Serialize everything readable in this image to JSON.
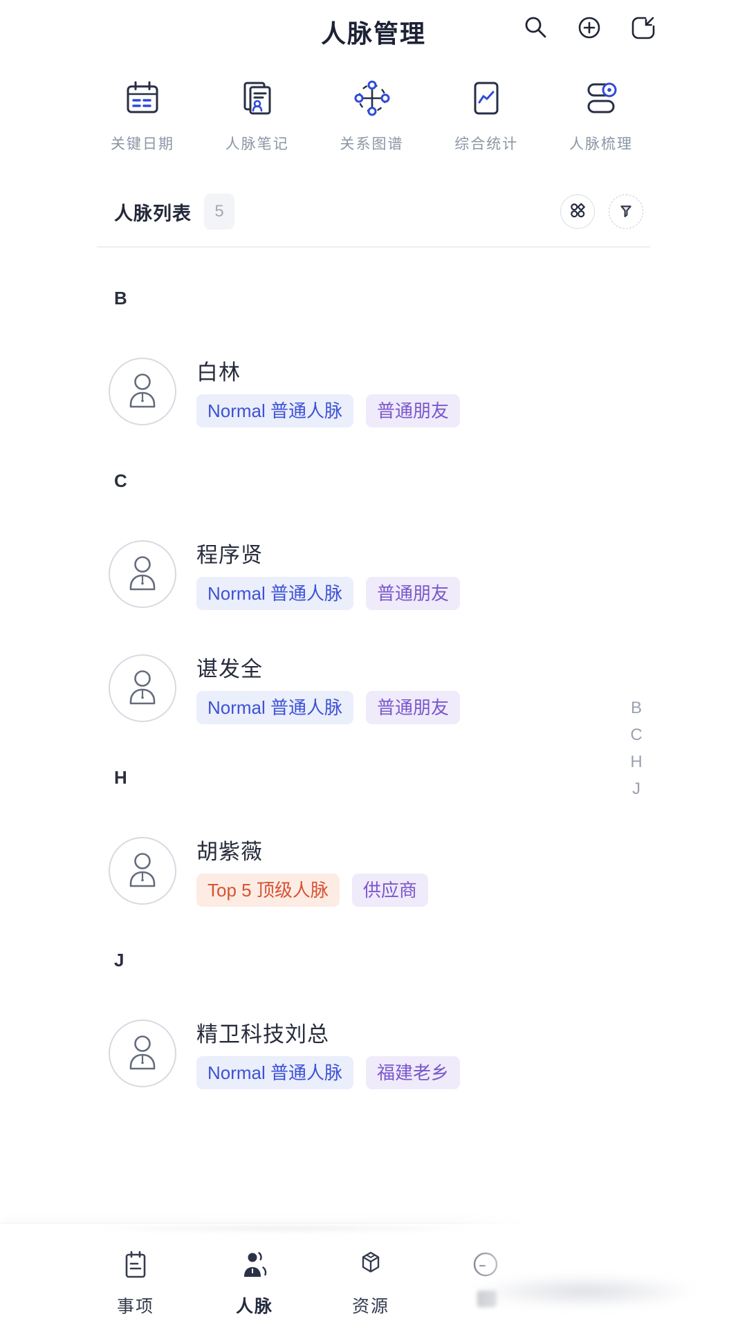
{
  "header": {
    "title": "人脉管理",
    "actions": [
      {
        "icon": "search-icon"
      },
      {
        "icon": "add-icon"
      },
      {
        "icon": "import-icon"
      }
    ]
  },
  "features": [
    {
      "label": "关键日期",
      "icon": "calendar-icon"
    },
    {
      "label": "人脉笔记",
      "icon": "notes-icon"
    },
    {
      "label": "关系图谱",
      "icon": "graph-icon"
    },
    {
      "label": "综合统计",
      "icon": "stats-icon"
    },
    {
      "label": "人脉梳理",
      "icon": "organize-icon"
    }
  ],
  "list_header": {
    "title": "人脉列表",
    "count": "5",
    "buttons": [
      {
        "icon": "grid-icon"
      },
      {
        "icon": "filter-icon"
      }
    ]
  },
  "sections": [
    {
      "letter": "B",
      "contacts": [
        {
          "name": "白林",
          "tags": [
            {
              "text": "Normal 普通人脉",
              "type": "blue"
            },
            {
              "text": "普通朋友",
              "type": "purple"
            }
          ]
        }
      ]
    },
    {
      "letter": "C",
      "contacts": [
        {
          "name": "程序贤",
          "tags": [
            {
              "text": "Normal 普通人脉",
              "type": "blue"
            },
            {
              "text": "普通朋友",
              "type": "purple"
            }
          ]
        },
        {
          "name": "谌发全",
          "tags": [
            {
              "text": "Normal 普通人脉",
              "type": "blue"
            },
            {
              "text": "普通朋友",
              "type": "purple"
            }
          ]
        }
      ]
    },
    {
      "letter": "H",
      "contacts": [
        {
          "name": "胡紫薇",
          "tags": [
            {
              "text": "Top 5 顶级人脉",
              "type": "orange"
            },
            {
              "text": "供应商",
              "type": "purple"
            }
          ]
        }
      ]
    },
    {
      "letter": "J",
      "contacts": [
        {
          "name": "精卫科技刘总",
          "tags": [
            {
              "text": "Normal 普通人脉",
              "type": "blue"
            },
            {
              "text": "福建老乡",
              "type": "purple"
            }
          ]
        }
      ]
    }
  ],
  "index_rail": [
    "B",
    "C",
    "H",
    "J"
  ],
  "tabbar": {
    "items": [
      {
        "label": "事项",
        "icon": "tasks-icon",
        "active": false,
        "obscured": false
      },
      {
        "label": "人脉",
        "icon": "contacts-icon",
        "active": true,
        "obscured": false
      },
      {
        "label": "资源",
        "icon": "resources-icon",
        "active": false,
        "obscured": false
      },
      {
        "label": "",
        "icon": "obscured-icon",
        "active": false,
        "obscured": true
      }
    ]
  },
  "colors": {
    "accent_blue": "#2f4bd8",
    "ink_dark": "#272e44",
    "label_gray": "#8b96a5",
    "tag_blue_text": "#3d52d5",
    "tag_blue_bg": "#ebeefb",
    "tag_purple_text": "#7b56cc",
    "tag_purple_bg": "#efebfa",
    "tag_orange_text": "#d85233",
    "tag_orange_bg": "#fdece4",
    "index_gray": "#9aa1ae"
  }
}
